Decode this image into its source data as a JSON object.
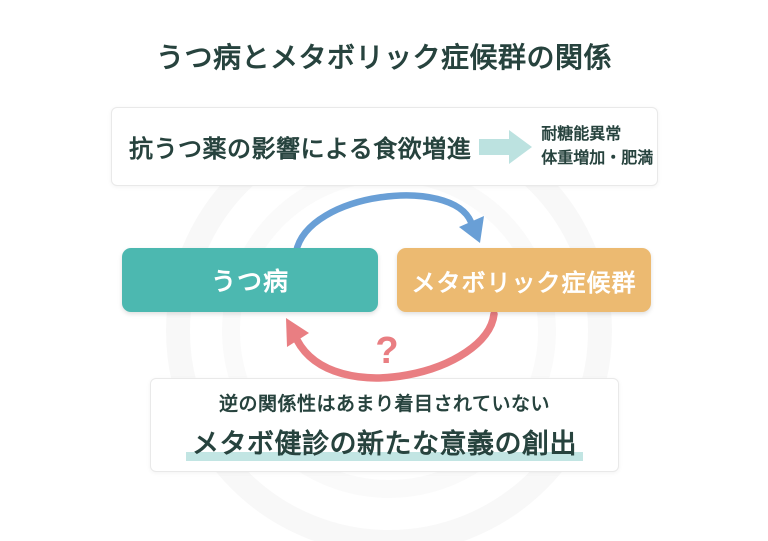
{
  "title": "うつ病とメタボリック症候群の関係",
  "colors": {
    "dark_text": "#27433e",
    "teal_box": "#4cb8b0",
    "orange_box": "#ecba71",
    "blue_arrow": "#699fd6",
    "red_arrow": "#e97e82",
    "light_block_arrow": "#bce2e0",
    "underline_highlight": "#c2e5e3",
    "node_text": "#ffffff"
  },
  "top_box": {
    "cause_text": "抗うつ薬の影響による食欲増進",
    "arrow_icon": "right-block-arrow",
    "effects": [
      "耐糖能異常",
      "体重増加・肥満"
    ]
  },
  "nodes": {
    "left_label": "うつ病",
    "right_label": "メタボリック症候群"
  },
  "cycle": {
    "forward_arrow": "depression-to-metabolic",
    "reverse_arrow": "metabolic-to-depression",
    "question_mark": "?"
  },
  "bottom_box": {
    "line1": "逆の関係性はあまり着目されていない",
    "line2": "メタボ健診の新たな意義の創出"
  }
}
